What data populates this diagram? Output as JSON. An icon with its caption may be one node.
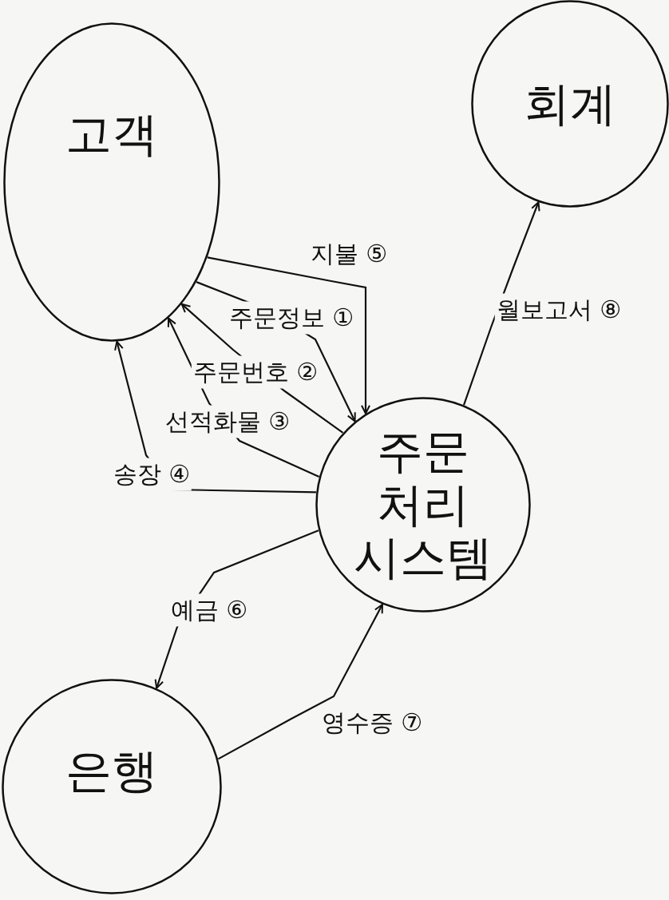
{
  "diagram": {
    "nodes": [
      {
        "text": [
          "고객"
        ]
      },
      {
        "text": [
          "회계"
        ]
      },
      {
        "text": [
          "주문 처리 시스템"
        ]
      },
      {
        "text": [
          "은행"
        ]
      }
    ],
    "edges": [
      {
        "from": 0,
        "to": 2,
        "arrow": "to",
        "label": "지불 ⑤"
      },
      {
        "from": 0,
        "to": 2,
        "arrow": "to",
        "label": "주문정보 ①"
      },
      {
        "from": 2,
        "to": 0,
        "arrow": "to",
        "label": "주문번호 ②"
      },
      {
        "from": 2,
        "to": 0,
        "arrow": "to",
        "label": "선적화물 ③"
      },
      {
        "from": 2,
        "to": 0,
        "arrow": "to",
        "label": "송장 ④"
      },
      {
        "from": 2,
        "to": 3,
        "arrow": "to",
        "label": "예금 ⑥"
      },
      {
        "from": 3,
        "to": 2,
        "arrow": "to",
        "label": "영수증 ⑦"
      },
      {
        "from": 2,
        "to": 1,
        "arrow": "to",
        "label": "월보고서 ⑧"
      }
    ]
  }
}
